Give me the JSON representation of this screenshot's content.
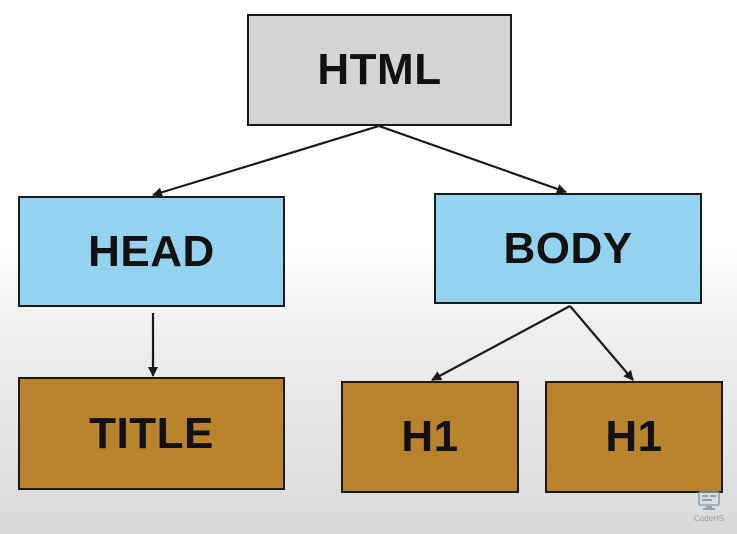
{
  "nodes": {
    "html": "HTML",
    "head": "HEAD",
    "body": "BODY",
    "title": "TITLE",
    "h1a": "H1",
    "h1b": "H1"
  },
  "colors": {
    "root_fill": "#d4d4d4",
    "container_fill": "#93d3ef",
    "leaf_fill": "#b8832a",
    "border": "#1a1a1a"
  },
  "watermark": {
    "label": "CodeHS",
    "icon": "codehs-logo-icon"
  }
}
